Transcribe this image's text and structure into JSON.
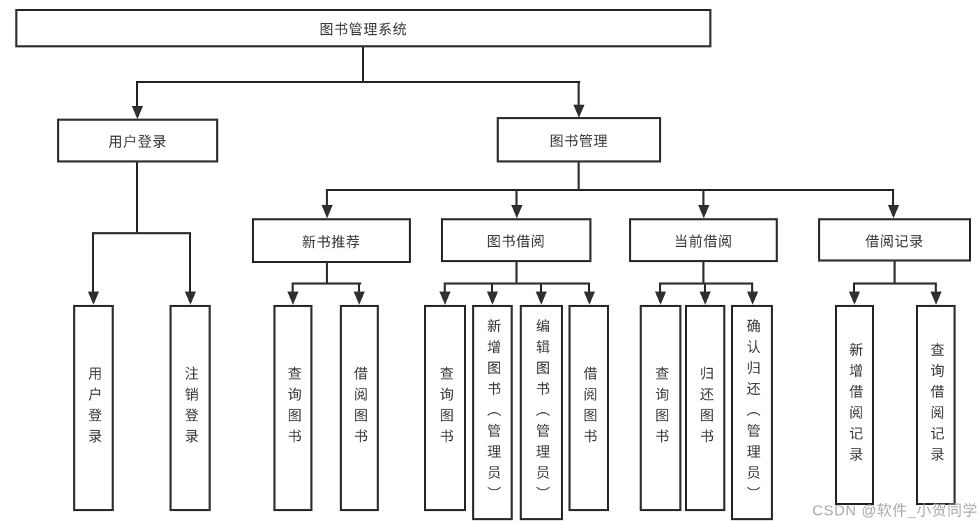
{
  "nodes": {
    "root": "图书管理系统",
    "login": {
      "label": "用户登录",
      "leaves": [
        "用户登录",
        "注销登录"
      ]
    },
    "mgmt": {
      "label": "图书管理",
      "groups": [
        {
          "label": "新书推荐",
          "leaves": [
            "查询图书",
            "借阅图书"
          ]
        },
        {
          "label": "图书借阅",
          "leaves": [
            "查询图书",
            "新增图书（管理员）",
            "编辑图书（管理员）",
            "借阅图书"
          ]
        },
        {
          "label": "当前借阅",
          "leaves": [
            "查询图书",
            "归还图书",
            "确认归还（管理员）"
          ]
        },
        {
          "label": "借阅记录",
          "leaves": [
            "新增借阅记录",
            "查询借阅记录"
          ]
        }
      ]
    }
  },
  "watermark": "CSDN @软件_小贺同学",
  "colors": {
    "line": "#303030",
    "text": "#3a3a3a",
    "watermark": "#a9a9a9",
    "background": "#ffffff"
  }
}
